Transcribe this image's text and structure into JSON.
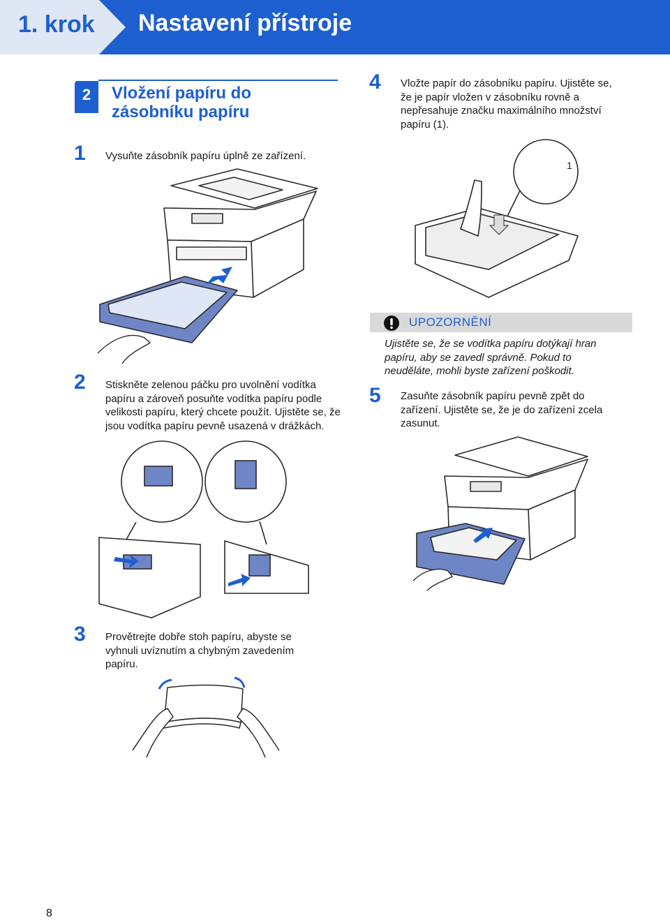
{
  "header": {
    "step_label": "1. krok",
    "title": "Nastavení přístroje"
  },
  "section": {
    "number": "2",
    "title_line1": "Vložení papíru do",
    "title_line2": "zásobníku papíru"
  },
  "steps": [
    {
      "number": "1",
      "lines": [
        "Vysuňte zásobník papíru úplně ze zařízení."
      ]
    },
    {
      "number": "2",
      "lines": [
        "Stiskněte zelenou páčku pro uvolnění vodítka",
        "papíru a zároveň posuňte vodítka papíru podle",
        "velikosti papíru, který chcete použít. Ujistěte se, že",
        "jsou vodítka papíru pevně usazená v drážkách."
      ]
    },
    {
      "number": "3",
      "lines": [
        "Provětrejte dobře stoh papíru, abyste se",
        "vyhnuli uvíznutím a chybným zavedením",
        "papíru."
      ]
    },
    {
      "number": "4",
      "lines": [
        "Vložte papír do zásobníku papíru. Ujistěte se,",
        "že je papír vložen v zásobníku rovně a",
        "nepřesahuje značku maximálního množství",
        "papíru (1)."
      ]
    },
    {
      "number": "5",
      "lines": [
        "Zasuňte zásobník papíru pevně zpět do",
        "zařízení. Ujistěte se, že je do zařízení zcela",
        "zasunut."
      ]
    }
  ],
  "caution": {
    "title": "UPOZORNĚNÍ",
    "lines": [
      "Ujistěte se, že se vodítka papíru dotýkají hran",
      "papíru, aby se zavedl správně. Pokud to",
      "neuděláte, mohli byste zařízení poškodit."
    ]
  },
  "callout_label": "1",
  "page_number": "8",
  "colors": {
    "brand_blue": "#1d5fcf",
    "tray_blue": "#6f86c6",
    "caution_bar": "#d9d9d9"
  }
}
